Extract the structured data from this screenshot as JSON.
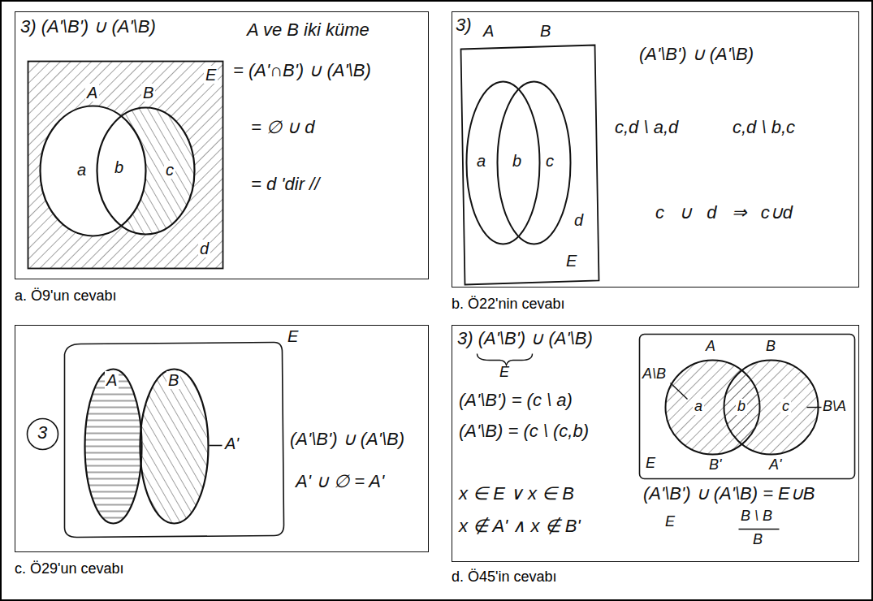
{
  "diagram": {
    "nodes": [
      {
        "text": [
          "3) (A'\\B') ∪ (A'\\B)",
          "A ve B iki küme",
          "= (A'∩B') ∪ (A'\\B)",
          "= ∅ ∪ d",
          "= d 'dir //"
        ]
      },
      {
        "text": [
          "3)",
          "(A'\\B') ∪ (A'\\B)",
          "c,d \\ a,d",
          "c,d \\ b,c",
          "c ∪ d ⇒ c∪d"
        ]
      },
      {
        "text": [
          "3",
          "(A'\\B') ∪ (A'\\B)",
          "A' ∪ ∅ = A'"
        ]
      },
      {
        "text": [
          "3) (A'\\B') ∪ (A'\\B)",
          "(A'\\B') = (c \\ a)",
          "(A'\\B) = (c \\ (c,b)",
          "x ∈ E ∨ x ∈ B",
          "x ∉ A' ∧ x ∉ B'",
          "(A'\\B') ∪ (A'\\B) = E∪B"
        ]
      }
    ],
    "labels": [
      "a. Ö9'un cevabı",
      "b. Ö22'nin cevabı",
      "c. Ö29'un cevabı",
      "d. Ö45'in cevabı",
      "E",
      "A",
      "B",
      "a",
      "b",
      "c",
      "d",
      "A",
      "B",
      "a",
      "b",
      "c",
      "d",
      "E",
      "E",
      "A",
      "B",
      "A'",
      "A",
      "B",
      "A\\B",
      "a",
      "b",
      "c",
      "B\\A",
      "B'",
      "A'",
      "E",
      "E",
      "E",
      "B \\ B",
      "B"
    ]
  }
}
